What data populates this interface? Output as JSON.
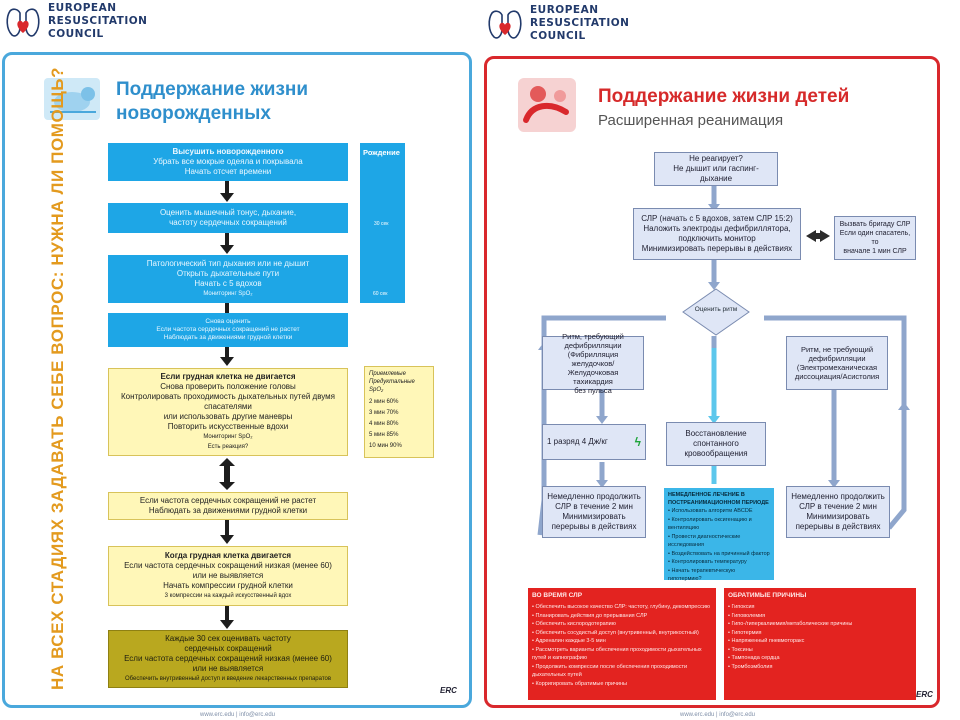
{
  "logo": {
    "line1": "EUROPEAN",
    "line2": "RESUSCITATION",
    "line3": "COUNCIL"
  },
  "left": {
    "title_line1": "Поддержание жизни",
    "title_line2": "новорожденных",
    "side_question": "НА ВСЕХ СТАДИЯХ ЗАДАВАТЬ СЕБЕ ВОПРОС: НУЖНА ЛИ ПОМОЩЬ?",
    "side_col": {
      "label": "Рождение",
      "t1": "30 сек",
      "t2": "60 сек"
    },
    "box1": [
      "Высушить новорожденного",
      "Убрать все мокрые одеяла и покрывала",
      "Начать отсчет времени"
    ],
    "box2": [
      "Оценить мышечный тонус, дыхание,",
      "частоту сердечных сокращений"
    ],
    "box3": [
      "Патологический тип дыхания или не дышит",
      "Открыть дыхательные пути",
      "Начать с 5 вдохов",
      "Мониторинг SpO₂"
    ],
    "box4": [
      "Снова оценить",
      "Если частота сердечных сокращений не растет",
      "Наблюдать за движениями грудной клетки"
    ],
    "box5": [
      "Если грудная клетка не двигается",
      "Снова проверить положение головы",
      "Контролировать проходимость дыхательных путей двумя",
      "спасателями",
      "или использовать другие маневры",
      "Повторить искусственные вдохи",
      "Мониторинг SpO₂",
      "Есть реакция?"
    ],
    "spo2": {
      "title1": "Приемлемые",
      "title2": "Предуктальные SpO₂",
      "rows": [
        "2 мин 60%",
        "3 мин 70%",
        "4 мин 80%",
        "5 мин 85%",
        "10 мин 90%"
      ]
    },
    "box6": [
      "Если частота сердечных сокращений не растет",
      "Наблюдать за движениями грудной клетки"
    ],
    "box7": [
      "Когда грудная клетка двигается",
      "Если частота сердечных сокращений низкая (менее 60)",
      "или не выявляется",
      "Начать компрессии грудной клетки",
      "3 компрессии на каждый искусственный вдох"
    ],
    "box8": [
      "Каждые 30 сек оценивать частоту",
      "сердечных сокращений",
      "Если частота сердечных сокращений низкая (менее 60)",
      "или не выявляется",
      "Обеспечить внутривенный доступ и введение лекарственных препаратов"
    ],
    "brand": "ERC",
    "url": "www.erc.edu | info@erc.edu"
  },
  "right": {
    "title_line1": "Поддержание жизни детей",
    "title_line2": "Расширенная реанимация",
    "top_box": [
      "Не реагирует?",
      "Не дышит или гаспинг-дыхание"
    ],
    "cpr_box": [
      "СЛР (начать с 5 вдохов, затем СЛР 15:2)",
      "Наложить электроды дефибриллятора,",
      "подключить монитор",
      "Минимизировать перерывы в действиях"
    ],
    "call_box": [
      "Вызвать бригаду СЛР",
      "Если один спасатель, то",
      "вначале 1 мин СЛР"
    ],
    "assess": "Оценить ритм",
    "shock_box": [
      "Ритм, требующий",
      "дефибрилляции",
      "(Фибрилляция желудочков/",
      "Желудочковая тахикардия",
      "без пульса"
    ],
    "nonshock_box": [
      "Ритм, не требующий",
      "дефибрилляции",
      "(Электромеханическая",
      "диссоциация/Асистолия"
    ],
    "shock1": "1 разряд 4 Дж/кг",
    "rosc_box": [
      "Восстановление",
      "спонтанного",
      "кровообращения"
    ],
    "cont_left": [
      "Немедленно продолжить",
      "СЛР в течение 2 мин",
      "Минимизировать",
      "перерывы в действиях"
    ],
    "cont_right": [
      "Немедленно продолжить",
      "СЛР в течение 2 мин",
      "Минимизировать",
      "перерывы в действиях"
    ],
    "post_box": {
      "title": "НЕМЕДЛЕННОЕ ЛЕЧЕНИЕ В ПОСТРЕАНИМАЦИОННОМ ПЕРИОДЕ",
      "items": [
        "Использовать алгоритм ABCDE",
        "Контролировать оксигенацию и вентиляцию",
        "Провести диагностические исследования",
        "Воздействовать на причинный фактор",
        "Контролировать температуру",
        "Начать терапевтическую гипотермию?"
      ]
    },
    "during_box": {
      "title": "ВО ВРЕМЯ СЛР",
      "items": [
        "Обеспечить высокое качество СЛР: частоту, глубину, декомпрессию",
        "Планировать действия до прерывания СЛР",
        "Обеспечить кислородотерапию",
        "Обеспечить сосудистый доступ (внутривенный, внутрикостный)",
        "Адреналин каждые 3-5 мин",
        "Рассмотреть варианты обеспечения проходимости дыхательных путей и капнографию",
        "Продолжить компрессии после обеспечения проходимости дыхательных путей",
        "Корригировать обратимые причины"
      ]
    },
    "reversible_box": {
      "title": "ОБРАТИМЫЕ ПРИЧИНЫ",
      "items": [
        "Гипоксия",
        "Гиповолемия",
        "Гипо-/гиперкалиемия/метаболические причины",
        "Гипотермия",
        "Напряженный пневмоторакс",
        "Токсины",
        "Тампонада сердца",
        "Тромбоэмболия"
      ]
    },
    "brand": "ERC",
    "url": "www.erc.edu | info@erc.edu"
  },
  "colors": {
    "left_border": "#4aa8dc",
    "right_border": "#d9282c",
    "left_title": "#2f8fcc",
    "right_title": "#d62a2a"
  }
}
